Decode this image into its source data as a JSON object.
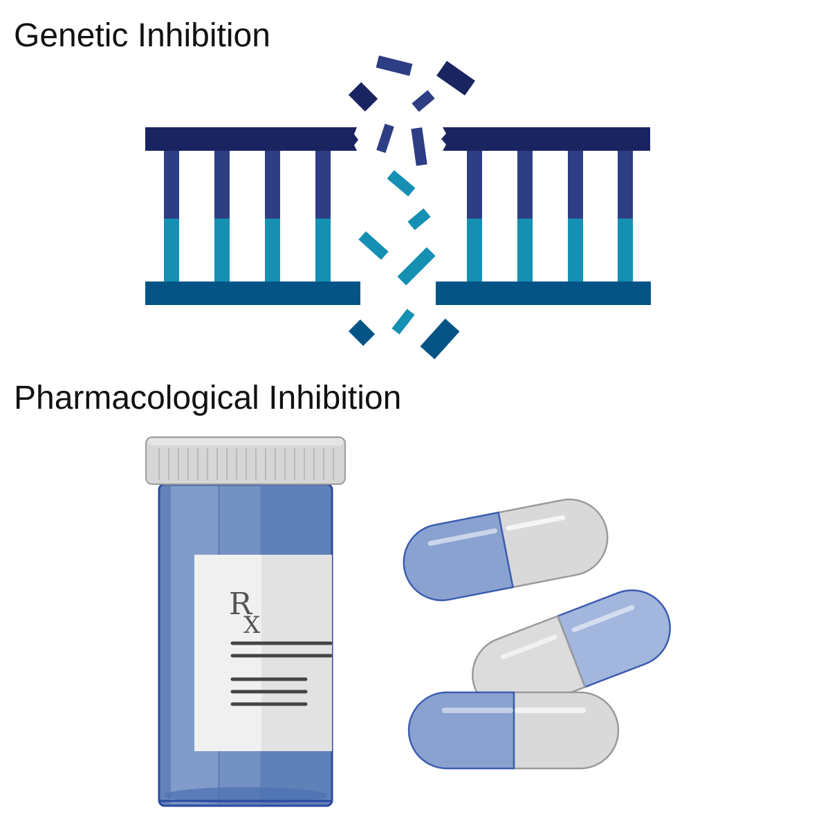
{
  "sections": {
    "genetic": {
      "title": "Genetic Inhibition",
      "icon": "broken-dna-icon"
    },
    "pharmacological": {
      "title": "Pharmacological Inhibition",
      "icon": "pill-bottle-icon",
      "label_symbol": "Rx"
    }
  },
  "colors": {
    "dna_top_backbone": "#1a2460",
    "dna_bottom_backbone": "#045586",
    "dna_rung_upper": "#2e3e84",
    "dna_rung_lower": "#1590b2",
    "bottle_blue": "#6482b9",
    "cap_gray": "#d6d6d6",
    "capsule_blue": "#8aa2d0",
    "capsule_gray": "#d9d9d9"
  }
}
